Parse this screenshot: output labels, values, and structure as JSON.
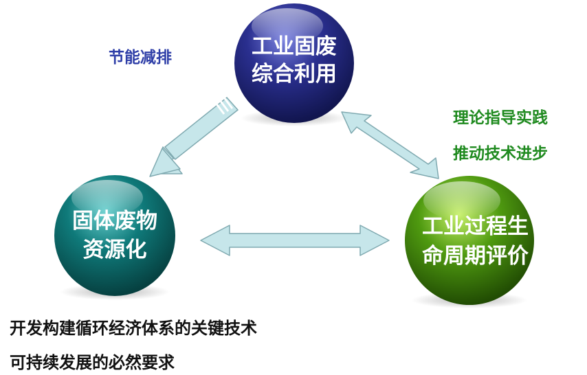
{
  "nodes": {
    "top": {
      "line1": "工业固废",
      "line2": "综合利用",
      "color": "#2a2f8f"
    },
    "left": {
      "line1": "固体废物",
      "line2": "资源化",
      "color": "#0f7a7a"
    },
    "right": {
      "line1": "工业过程生",
      "line2": "命周期评价",
      "color": "#4f9a10"
    }
  },
  "labels": {
    "energy_saving": "节能减排",
    "theory_practice": "理论指导实践",
    "drive_progress": "推动技术进步",
    "key_tech": "开发构建循环经济体系的关键技术",
    "sustainable": "可持续发展的必然要求"
  },
  "colors": {
    "arrow_fill": "#c6e6ea",
    "arrow_stroke": "#7fa9b0",
    "energy_label": "#2f3fa8",
    "green_label": "#1f8a1f"
  }
}
